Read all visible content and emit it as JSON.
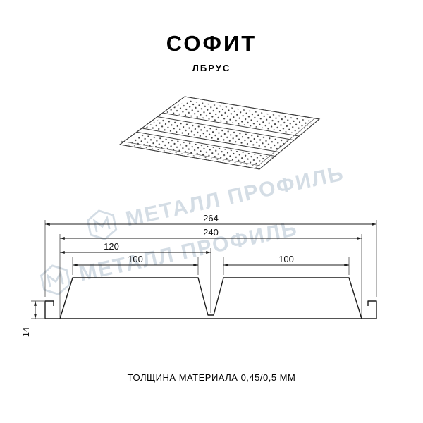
{
  "page": {
    "title": "СОФИТ",
    "subtitle": "ЛБРУС",
    "footer_note": "ТОЛЩИНА МАТЕРИАЛА 0,45/0,5 ММ"
  },
  "watermark": {
    "brand": "МЕТАЛЛ ПРОФИЛЬ",
    "logo_icon": "metall-profil-logo-icon",
    "color": "#b9c7d5"
  },
  "illustration": {
    "name": "perforated-soffit-panel-3d-view",
    "perforation_color": "#3a3a3a"
  },
  "drawing": {
    "line_color": "#1c1c1c",
    "dimensions": {
      "overall_width": "264",
      "working_width": "240",
      "half_width": "120",
      "left_panel_width": "100",
      "right_panel_width": "100",
      "profile_height": "14"
    }
  }
}
